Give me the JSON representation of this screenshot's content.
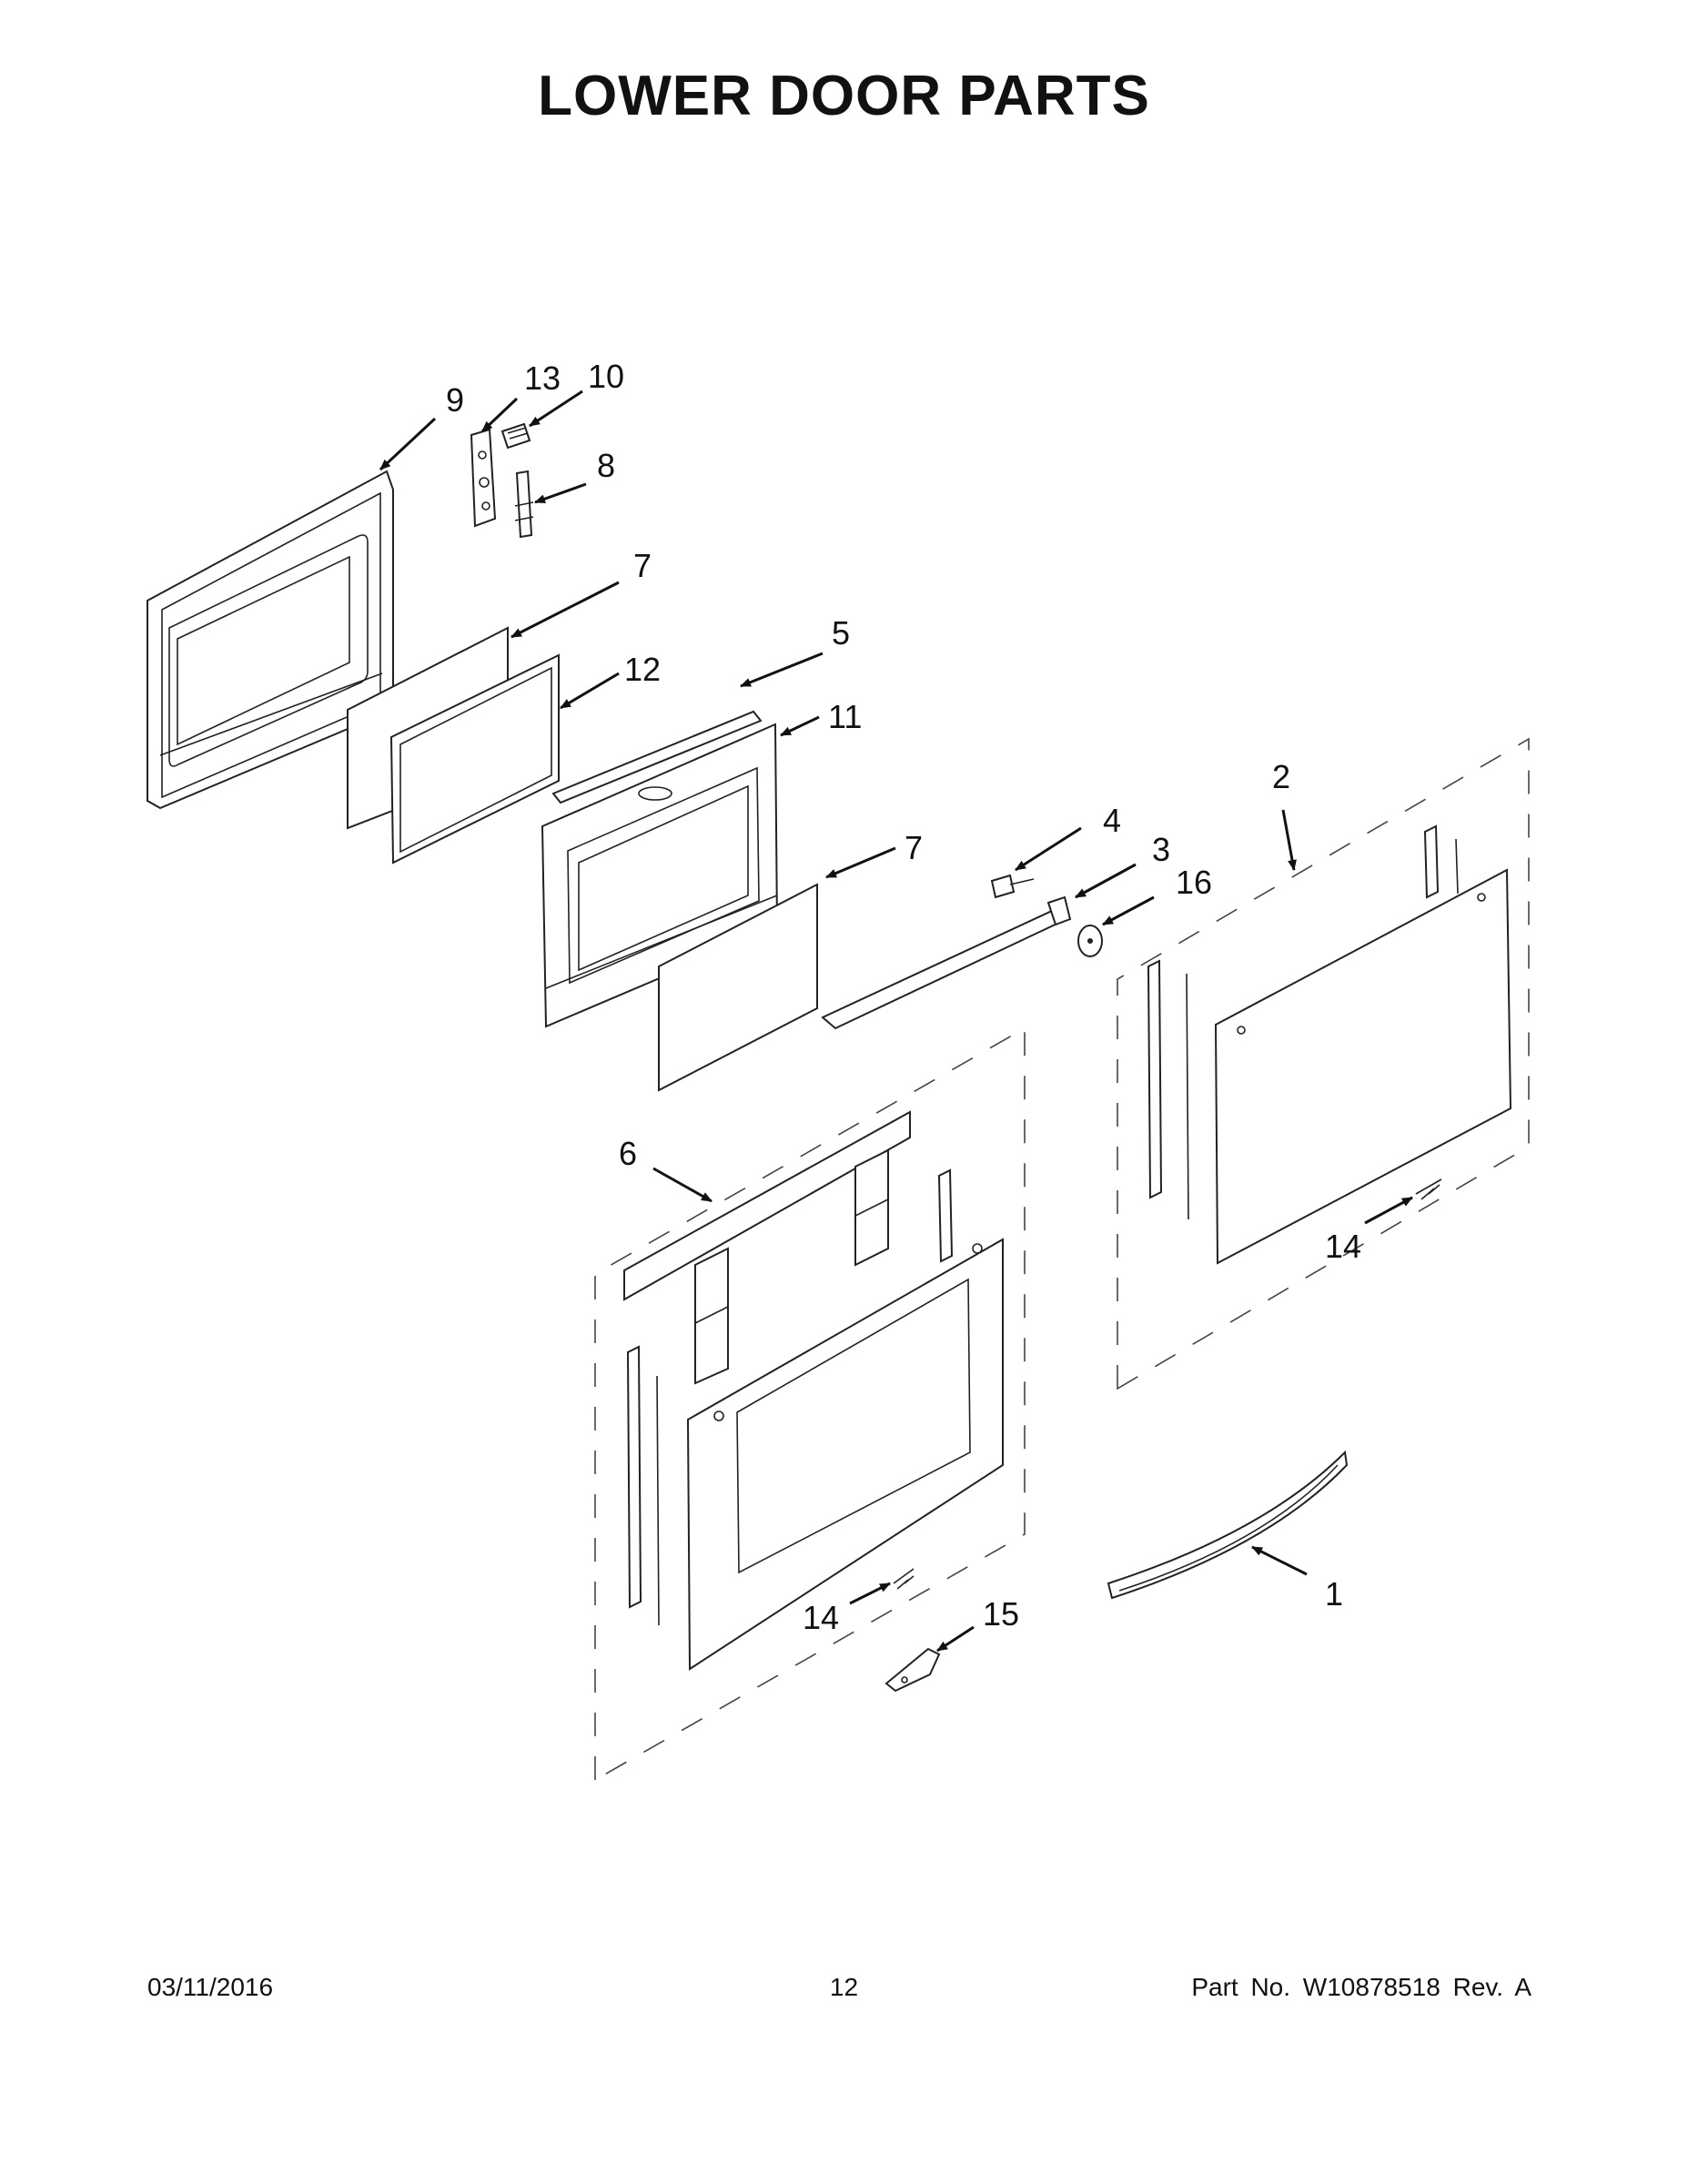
{
  "title": "LOWER DOOR PARTS",
  "footer": {
    "date": "03/11/2016",
    "page": "12",
    "part_no": "Part No.  W10878518  Rev.  A"
  },
  "callouts": {
    "c1": "1",
    "c2": "2",
    "c3": "3",
    "c4": "4",
    "c5": "5",
    "c6": "6",
    "c7a": "7",
    "c7b": "7",
    "c8": "8",
    "c9": "9",
    "c10": "10",
    "c11": "11",
    "c12": "12",
    "c13": "13",
    "c14a": "14",
    "c14b": "14",
    "c15": "15",
    "c16": "16"
  }
}
